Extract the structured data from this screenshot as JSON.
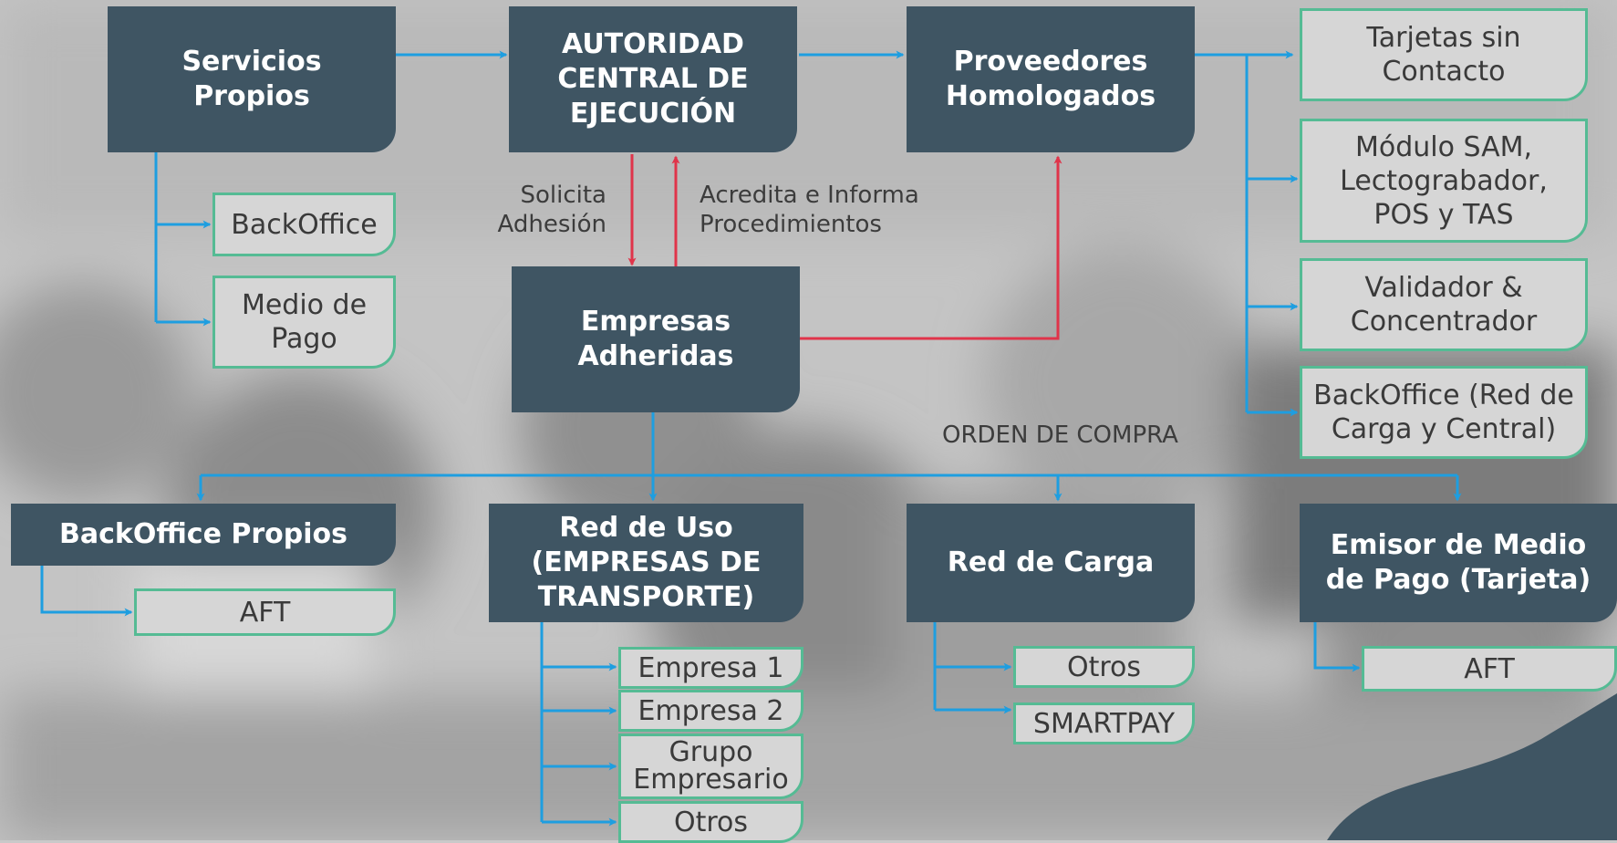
{
  "colors": {
    "dark_box": "#3f5563",
    "light_box": "#d6d6d6",
    "light_border": "#55bb94",
    "blue_arrow": "#1e9ee0",
    "red_arrow": "#e0344a"
  },
  "nodes": {
    "servicios_propios": "Servicios\nPropios",
    "autoridad": "AUTORIDAD\nCENTRAL DE\nEJECUCIÓN",
    "proveedores": "Proveedores\nHomologados",
    "empresas_adheridas": "Empresas\nAdheridas",
    "backoffice_propios": "BackOffice Propios",
    "red_de_uso": "Red de Uso\n(EMPRESAS DE\nTRANSPORTE)",
    "red_de_carga": "Red de Carga",
    "emisor": "Emisor de Medio\nde Pago (Tarjeta)"
  },
  "leaves": {
    "backoffice": "BackOffice",
    "medio_de_pago": "Medio de\nPago",
    "tarjetas": "Tarjetas sin\nContacto",
    "modulo_sam": "Módulo SAM,\nLectograbador,\nPOS y TAS",
    "validador": "Validador &\nConcentrador",
    "backoffice_red": "BackOffice (Red de\nCarga y Central)",
    "aft_1": "AFT",
    "empresa_1": "Empresa 1",
    "empresa_2": "Empresa 2",
    "grupo": "Grupo\nEmpresario",
    "otros_uso": "Otros",
    "otros_carga": "Otros",
    "smartpay": "SMARTPAY",
    "aft_2": "AFT"
  },
  "labels": {
    "solicita": "Solicita\nAdhesión",
    "acredita": "Acredita e Informa\nProcedimientos",
    "orden": "ORDEN DE COMPRA"
  }
}
